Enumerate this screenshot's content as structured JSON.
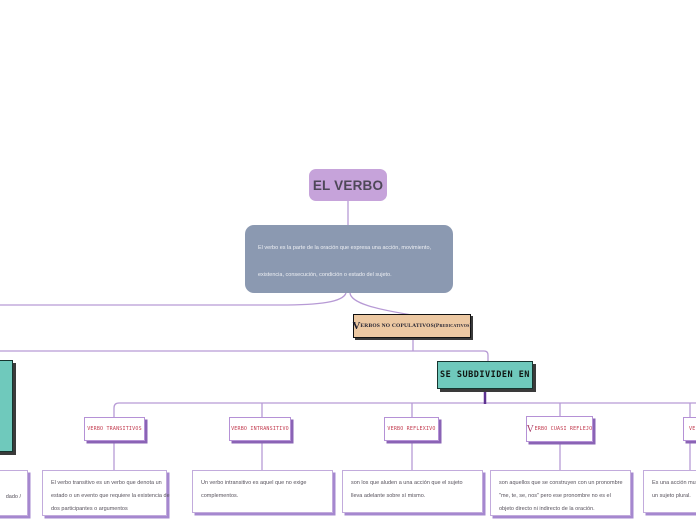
{
  "title": "EL VERBO",
  "description": {
    "line1": "El verbo es la parte de la oración que expresa una acción, movimiento,",
    "line2": "existencia, consecución, condición o estado del sujeto."
  },
  "category": {
    "initial": "V",
    "label": "ERBOS NO COPULATIVOS(Predicativos)"
  },
  "subdivide_label": "SE SUBDIVIDEN EN",
  "types": [
    {
      "label": "VERBO TRANSITIVOS"
    },
    {
      "label": "VERBO INTRANSITIVO"
    },
    {
      "label": "VERBO REFLEXIVO"
    },
    {
      "initial": "V",
      "label": "ERBO CUASI REFLEJO"
    },
    {
      "label": "VE"
    }
  ],
  "definitions": [
    {
      "lines": [
        "El verbo transitivo es un verbo que denota un",
        "estado o un evento que requiere la existencia de",
        "dos participantes o argumentos"
      ]
    },
    {
      "lines": [
        "Un verbo intransitivo es aquel que no exige",
        "complementos."
      ]
    },
    {
      "lines": [
        "son los que aluden a una acción que el sujeto",
        "lleva adelante sobre sí mismo."
      ]
    },
    {
      "lines": [
        "son aquellos que se construyen con un pronombre",
        "\"me, te, se, nos\" pero ese pronombre no es el",
        "objeto directo ni indirecto de la oración."
      ]
    },
    {
      "lines": [
        "Es una acción mutua",
        "un sujeto plural."
      ]
    }
  ],
  "left_fragment": "dado /",
  "colors": {
    "connector_light": "#b79ad5",
    "connector_dark": "#5e3391",
    "node_purple": "#c6a3da",
    "node_slate": "#8b99b1",
    "node_tan": "#ecc8a2",
    "node_teal": "#6fc9bc",
    "type_text": "#c23a4e"
  }
}
